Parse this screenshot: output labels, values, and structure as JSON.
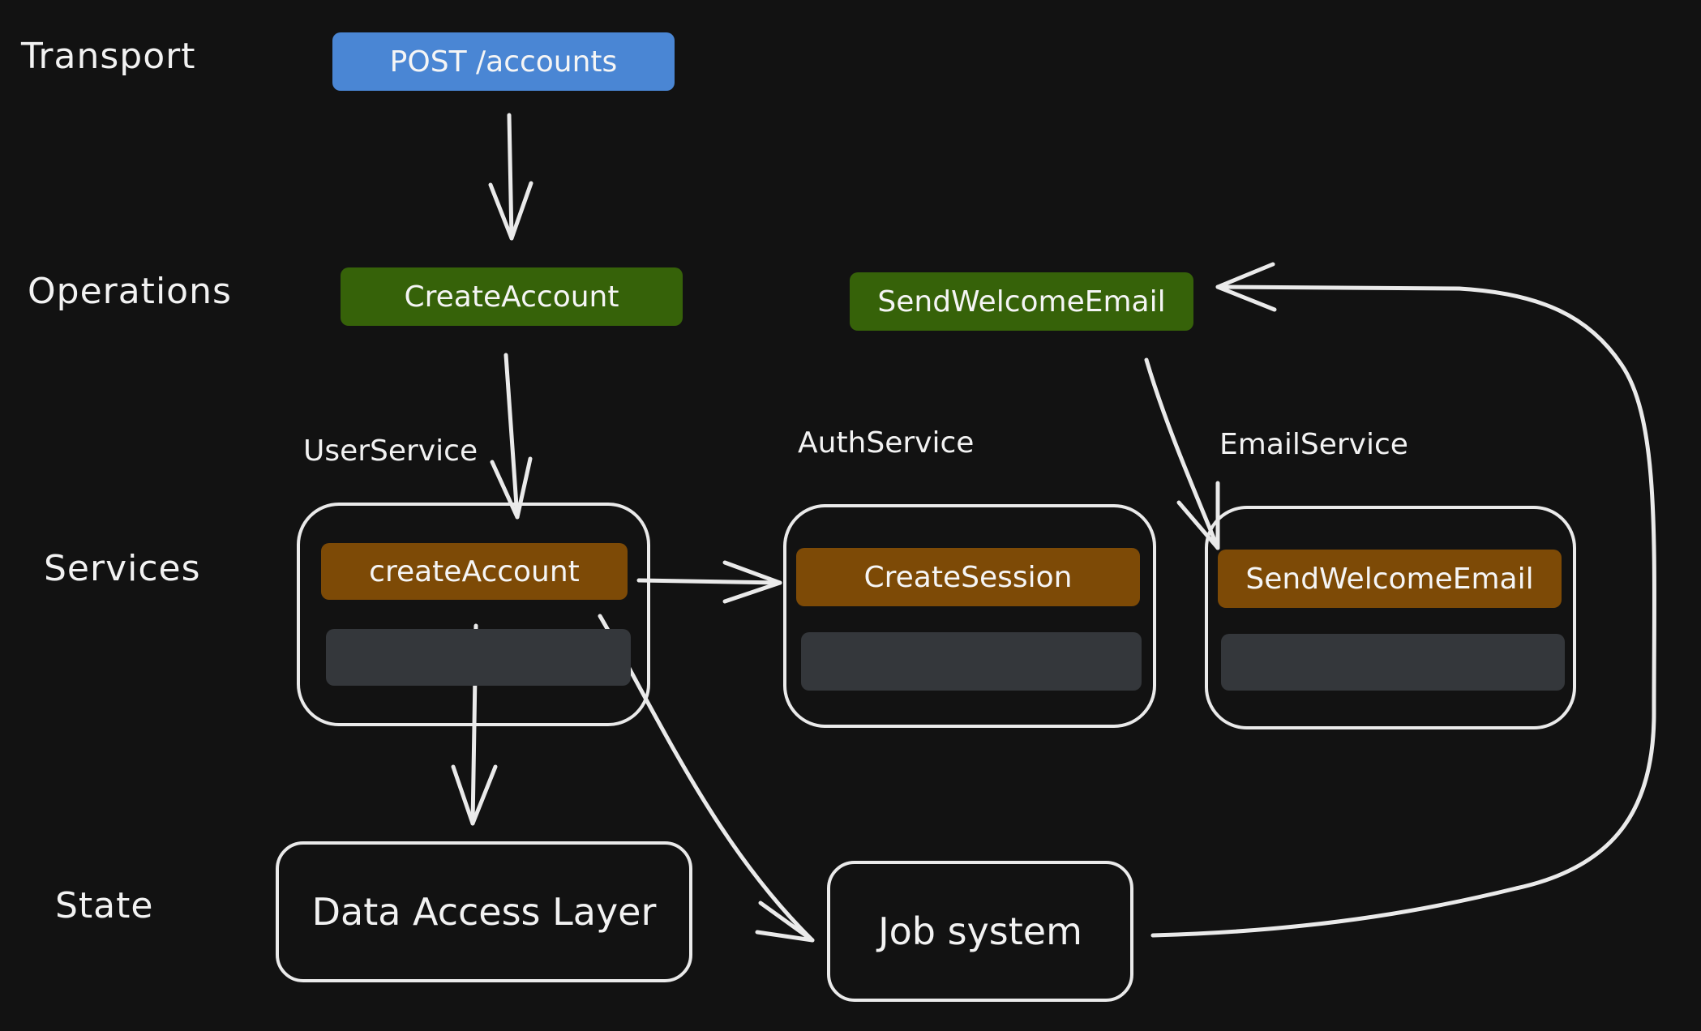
{
  "colors": {
    "background": "#121212",
    "transport": "#4a86d4",
    "operation": "#366209",
    "service_method": "#7d4a06",
    "slot": "#34373b",
    "stroke": "#eaeaea"
  },
  "layers": {
    "transport": "Transport",
    "operations": "Operations",
    "services": "Services",
    "state": "State"
  },
  "transport": {
    "endpoint": "POST /accounts"
  },
  "operations": {
    "create_account": "CreateAccount",
    "send_welcome_email": "SendWelcomeEmail"
  },
  "services": {
    "user": {
      "name": "UserService",
      "method": "createAccount"
    },
    "auth": {
      "name": "AuthService",
      "method": "CreateSession"
    },
    "email": {
      "name": "EmailService",
      "method": "SendWelcomeEmail"
    }
  },
  "state": {
    "data_access": "Data Access Layer",
    "jobs": "Job system"
  }
}
